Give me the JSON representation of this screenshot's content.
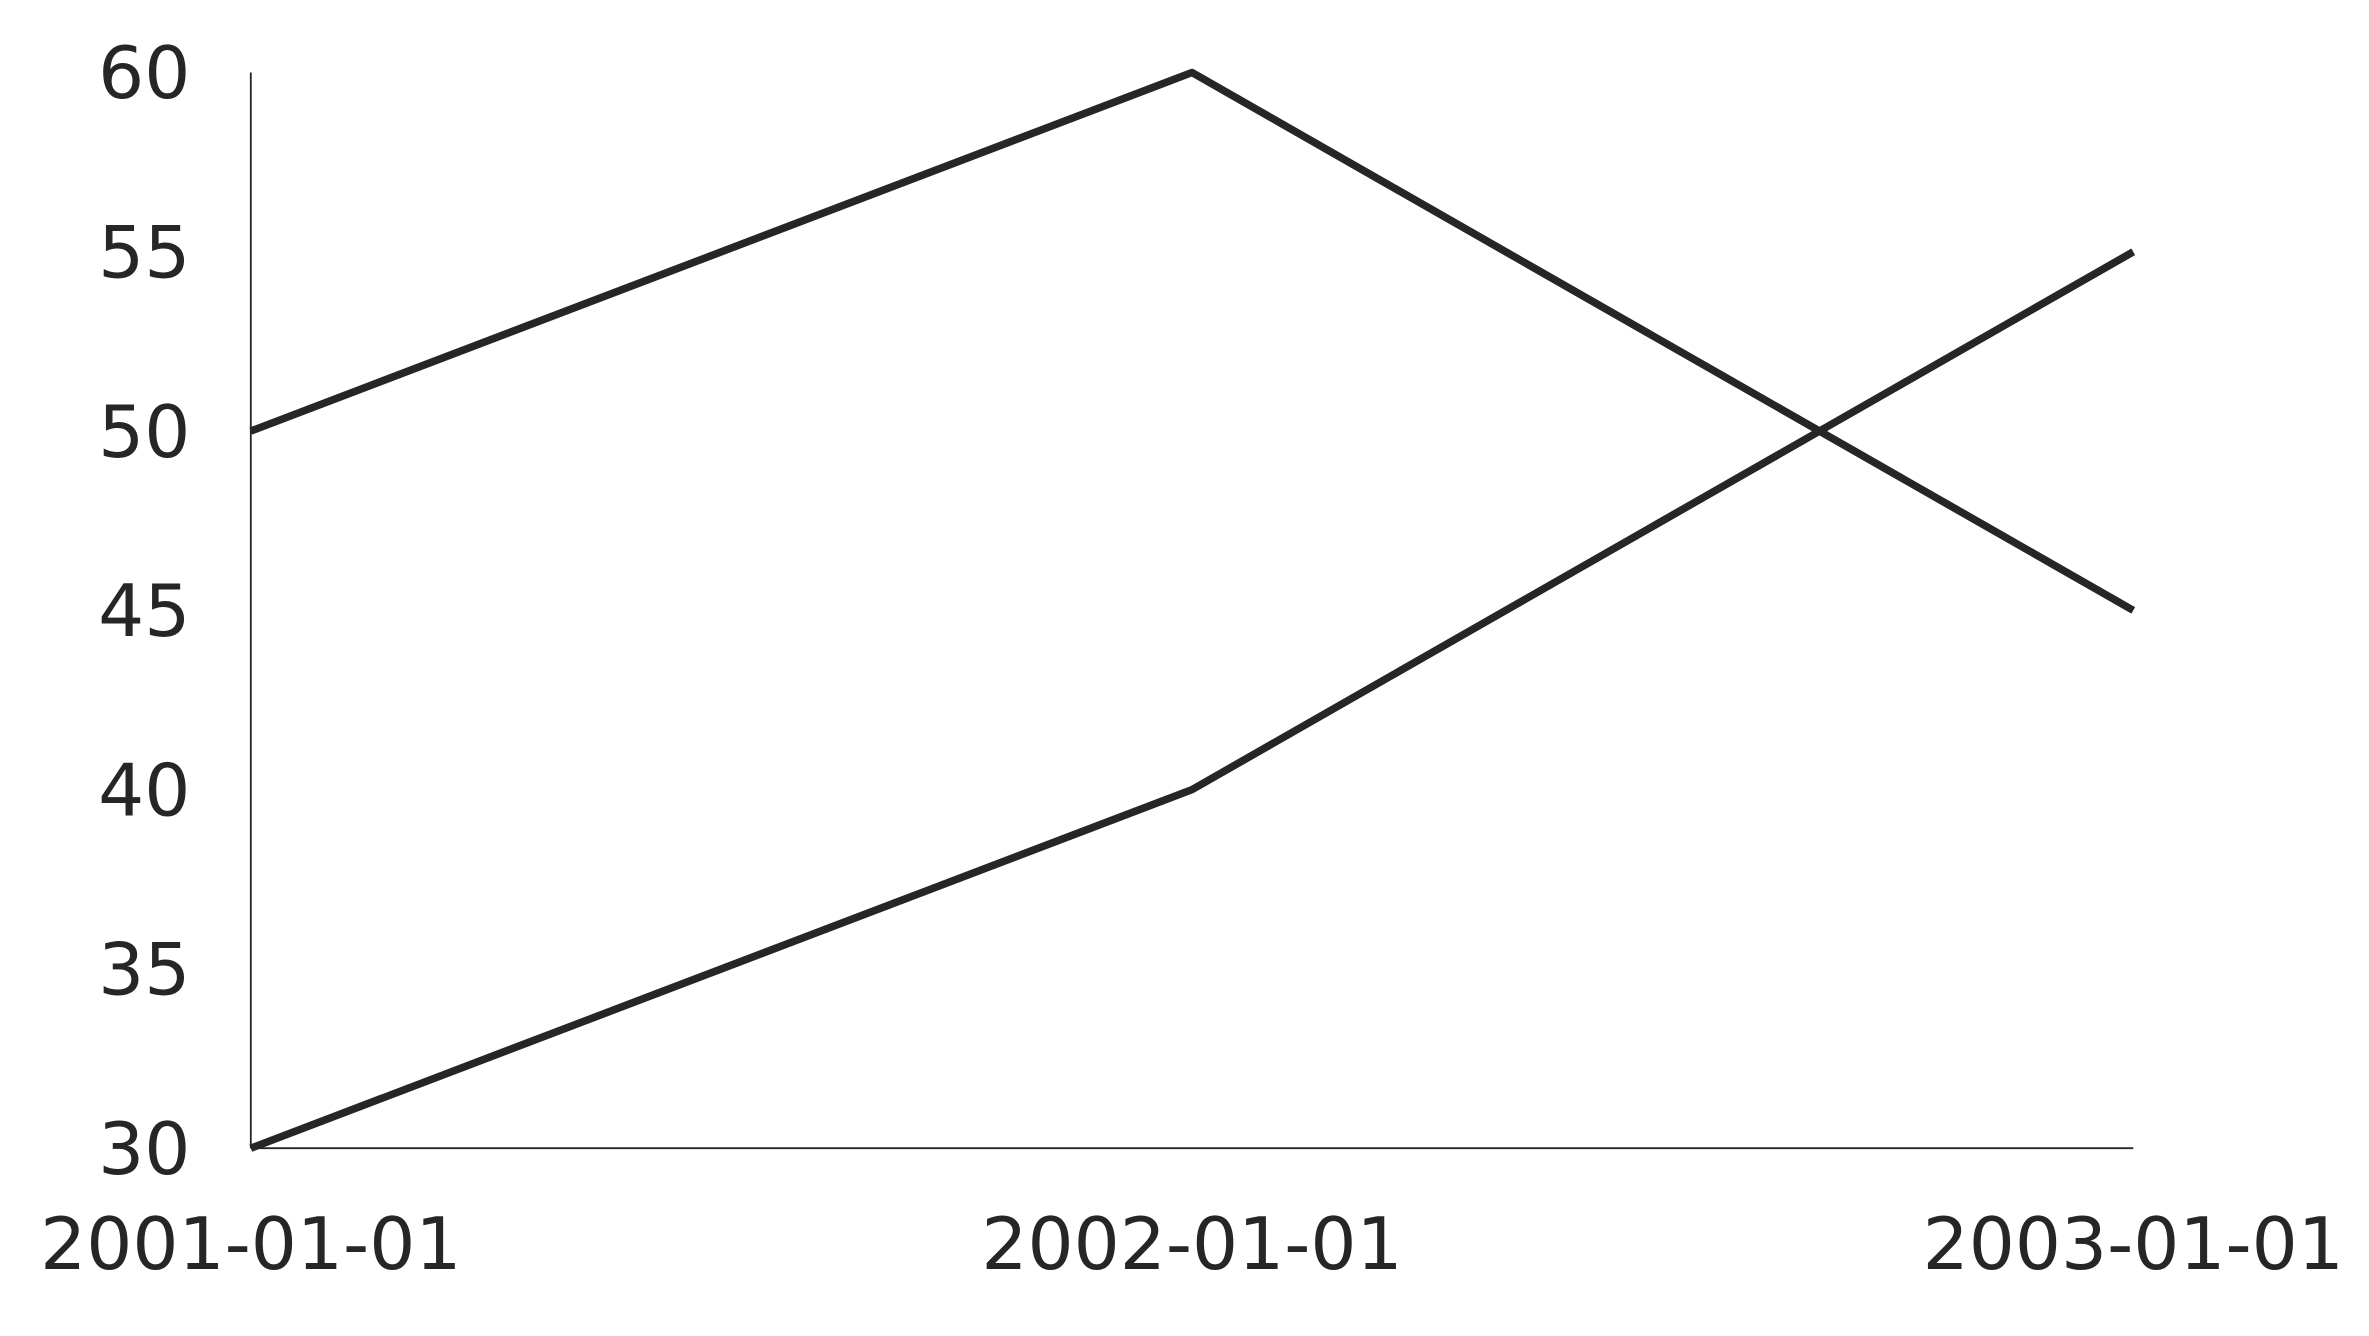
{
  "chart_data": {
    "type": "line",
    "title": "",
    "xlabel": "",
    "ylabel": "",
    "x": [
      "2001-01-01",
      "2002-01-01",
      "2003-01-01"
    ],
    "xticks": [
      "2001-01-01",
      "2002-01-01",
      "2003-01-01"
    ],
    "yticks": [
      30,
      35,
      40,
      45,
      50,
      55,
      60
    ],
    "ylim": [
      30,
      60
    ],
    "grid": false,
    "legend": "none",
    "line_color": "#262626",
    "series": [
      {
        "values": [
          50,
          60,
          45
        ]
      },
      {
        "values": [
          30,
          40,
          55
        ]
      }
    ]
  }
}
